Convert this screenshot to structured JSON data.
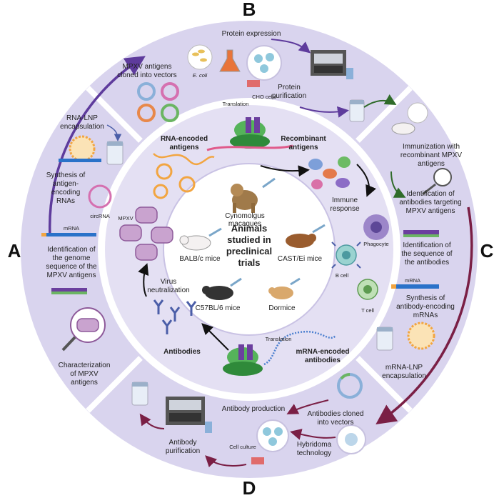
{
  "letters": {
    "a": "A",
    "b": "B",
    "c": "C",
    "d": "D"
  },
  "center": {
    "title_lines": [
      "Animals",
      "studied in",
      "preclinical",
      "trials"
    ],
    "animals": {
      "cynomolgus_1": "Cynomolgus",
      "cynomolgus_2": "macaques",
      "balbc": "BALB/c mice",
      "cast": "CAST/Ei mice",
      "c57": "C57BL/6 mice",
      "dormice": "Dormice"
    }
  },
  "middle": {
    "rna_antigens_1": "RNA-encoded",
    "rna_antigens_2": "antigens",
    "recombinant_1": "Recombinant",
    "recombinant_2": "antigens",
    "translation_top": "Translation",
    "translation_bottom": "Translation",
    "immune_1": "Immune",
    "immune_2": "response",
    "phagocyte": "Phagocyte",
    "b_cell": "B cell",
    "t_cell": "T cell",
    "mrna_ab_1": "mRNA-encoded",
    "mrna_ab_2": "antibodies",
    "antibodies": "Antibodies",
    "virus_neut_1": "Virus",
    "virus_neut_2": "neutralization",
    "mpxv": "MPXV"
  },
  "section_a": {
    "rna_lnp_1": "RNA-LNP",
    "rna_lnp_2": "encapsulation",
    "synthesis_1": "Synthesis of",
    "synthesis_2": "antigen-",
    "synthesis_3": "encoding",
    "synthesis_4": "RNAs",
    "circrna": "circRNA",
    "mrna": "mRNA",
    "ident_1": "Identification of",
    "ident_2": "the genome",
    "ident_3": "sequence of the",
    "ident_4": "MPXV antigens",
    "charact_1": "Characterization",
    "charact_2": "of MPXV",
    "charact_3": "antigens"
  },
  "section_b": {
    "cloned_1": "MPXV antigens",
    "cloned_2": "cloned into vectors",
    "ecoli": "E. coli",
    "protein_expr": "Protein expression",
    "cho": "CHO cells",
    "purif_1": "Protein",
    "purif_2": "purification"
  },
  "section_c": {
    "immun_1": "Immunization with",
    "immun_2": "recombinant MPXV",
    "immun_3": "antigens",
    "identab_1": "Identification of",
    "identab_2": "antibodies targeting",
    "identab_3": "MPXV antigens",
    "seq_1": "Identification of",
    "seq_2": "the sequence of",
    "seq_3": "the antibodies",
    "mrna": "mRNA",
    "synth_1": "Synthesis of",
    "synth_2": "antibody-encoding",
    "synth_3": "mRNAs",
    "lnp_1": "mRNA-LNP",
    "lnp_2": "encapsulation"
  },
  "section_d": {
    "cloned_1": "Antibodies cloned",
    "cloned_2": "into vectors",
    "production": "Antibody production",
    "culture": "Cell culture",
    "hybridoma_1": "Hybridoma",
    "hybridoma_2": "technology",
    "purif_1": "Antibody",
    "purif_2": "purification"
  },
  "colors": {
    "ring_outer": "#d9d4ee",
    "ring_mid": "#e4e0f3",
    "center": "#ffffff",
    "arrow_purple": "#5e3b9c",
    "arrow_green": "#2f6b2a",
    "arrow_maroon": "#7a1f45",
    "rna_orange": "#f2a541"
  }
}
